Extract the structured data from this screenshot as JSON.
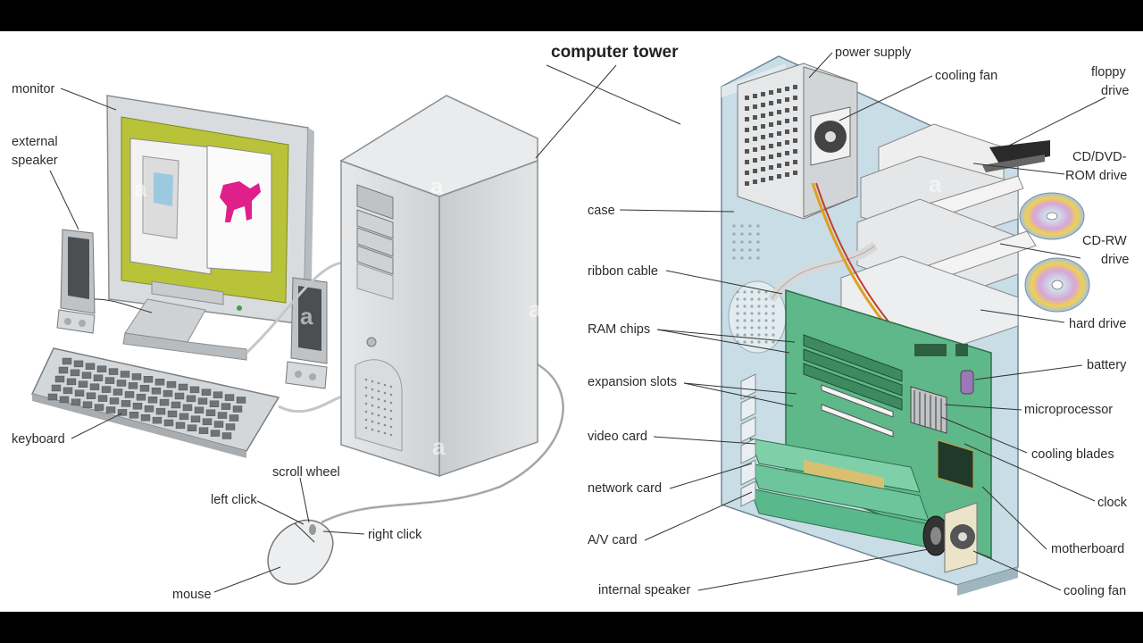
{
  "title": "computer tower",
  "watermark": "a",
  "labels": {
    "monitor": "monitor",
    "external_speaker_1": "external",
    "external_speaker_2": "speaker",
    "keyboard": "keyboard",
    "scroll_wheel": "scroll wheel",
    "left_click": "left click",
    "right_click": "right click",
    "mouse": "mouse",
    "power_supply": "power supply",
    "cooling_fan_top": "cooling fan",
    "floppy_1": "floppy",
    "floppy_2": "drive",
    "cd_dvd_1": "CD/DVD-",
    "cd_dvd_2": "ROM drive",
    "cd_rw_1": "CD-RW",
    "cd_rw_2": "drive",
    "hard_drive": "hard drive",
    "battery": "battery",
    "microprocessor": "microprocessor",
    "cooling_blades": "cooling blades",
    "clock": "clock",
    "motherboard": "motherboard",
    "cooling_fan_bottom": "cooling fan",
    "case": "case",
    "ribbon_cable": "ribbon cable",
    "ram_chips": "RAM chips",
    "expansion_slots": "expansion slots",
    "video_card": "video card",
    "network_card": "network card",
    "av_card": "A/V card",
    "internal_speaker": "internal speaker"
  },
  "colors": {
    "case_blue": "#c8dde6",
    "board_green": "#5fb88a",
    "monitor_screen": "#b9c33a",
    "horse_pink": "#e0208a"
  }
}
